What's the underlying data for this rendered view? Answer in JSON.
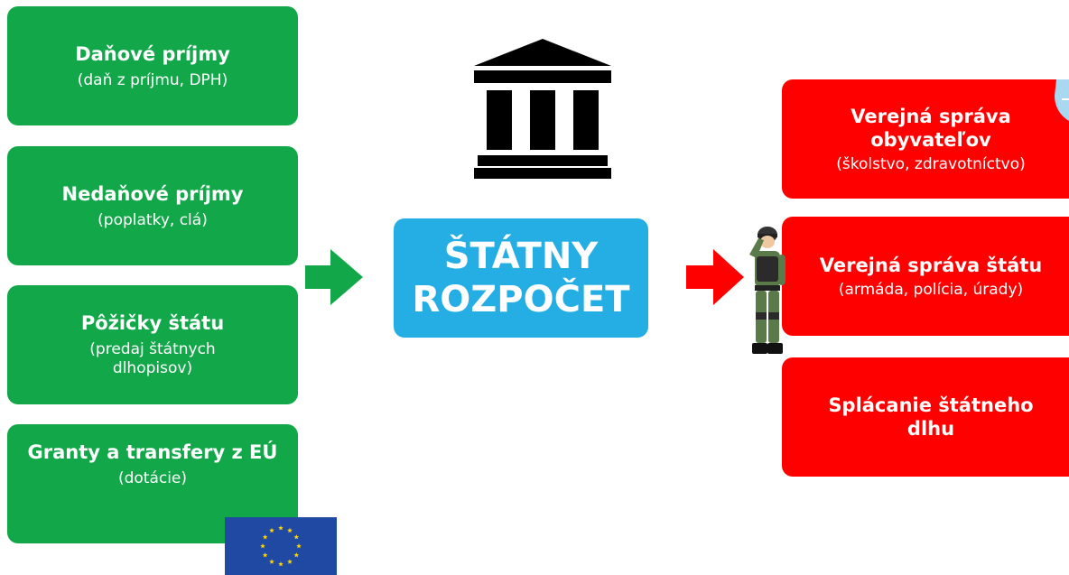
{
  "income": [
    {
      "title": "Daňové príjmy",
      "subtitle": "(daň z príjmu, DPH)"
    },
    {
      "title": "Nedaňové príjmy",
      "subtitle": "(poplatky, clá)"
    },
    {
      "title": "Pôžičky štátu",
      "subtitle": "(predaj štátnych dlhopisov)"
    },
    {
      "title": "Granty a transfery z EÚ",
      "subtitle": "(dotácie)"
    }
  ],
  "budget": {
    "line1": "ŠTÁTNY",
    "line2": "ROZPOČET"
  },
  "expenses": [
    {
      "title": "Verejná správa obyvateľov",
      "subtitle": "(školstvo, zdravotníctvo)"
    },
    {
      "title": "Verejná správa štátu",
      "subtitle": "(armáda, polícia, úrady)"
    },
    {
      "title": "Splácanie štátneho dlhu",
      "subtitle": ""
    }
  ],
  "icons": {
    "bank": "bank-building-icon",
    "flow_in": "arrow-right-icon",
    "flow_out": "arrow-right-icon",
    "military": "soldier-icon",
    "eu": "eu-flag-icon"
  },
  "colors": {
    "income": "#12a84a",
    "budget": "#25aee4",
    "expense": "#ff0000",
    "eu_flag": "#1f49a3",
    "eu_stars": "#ffd400"
  }
}
